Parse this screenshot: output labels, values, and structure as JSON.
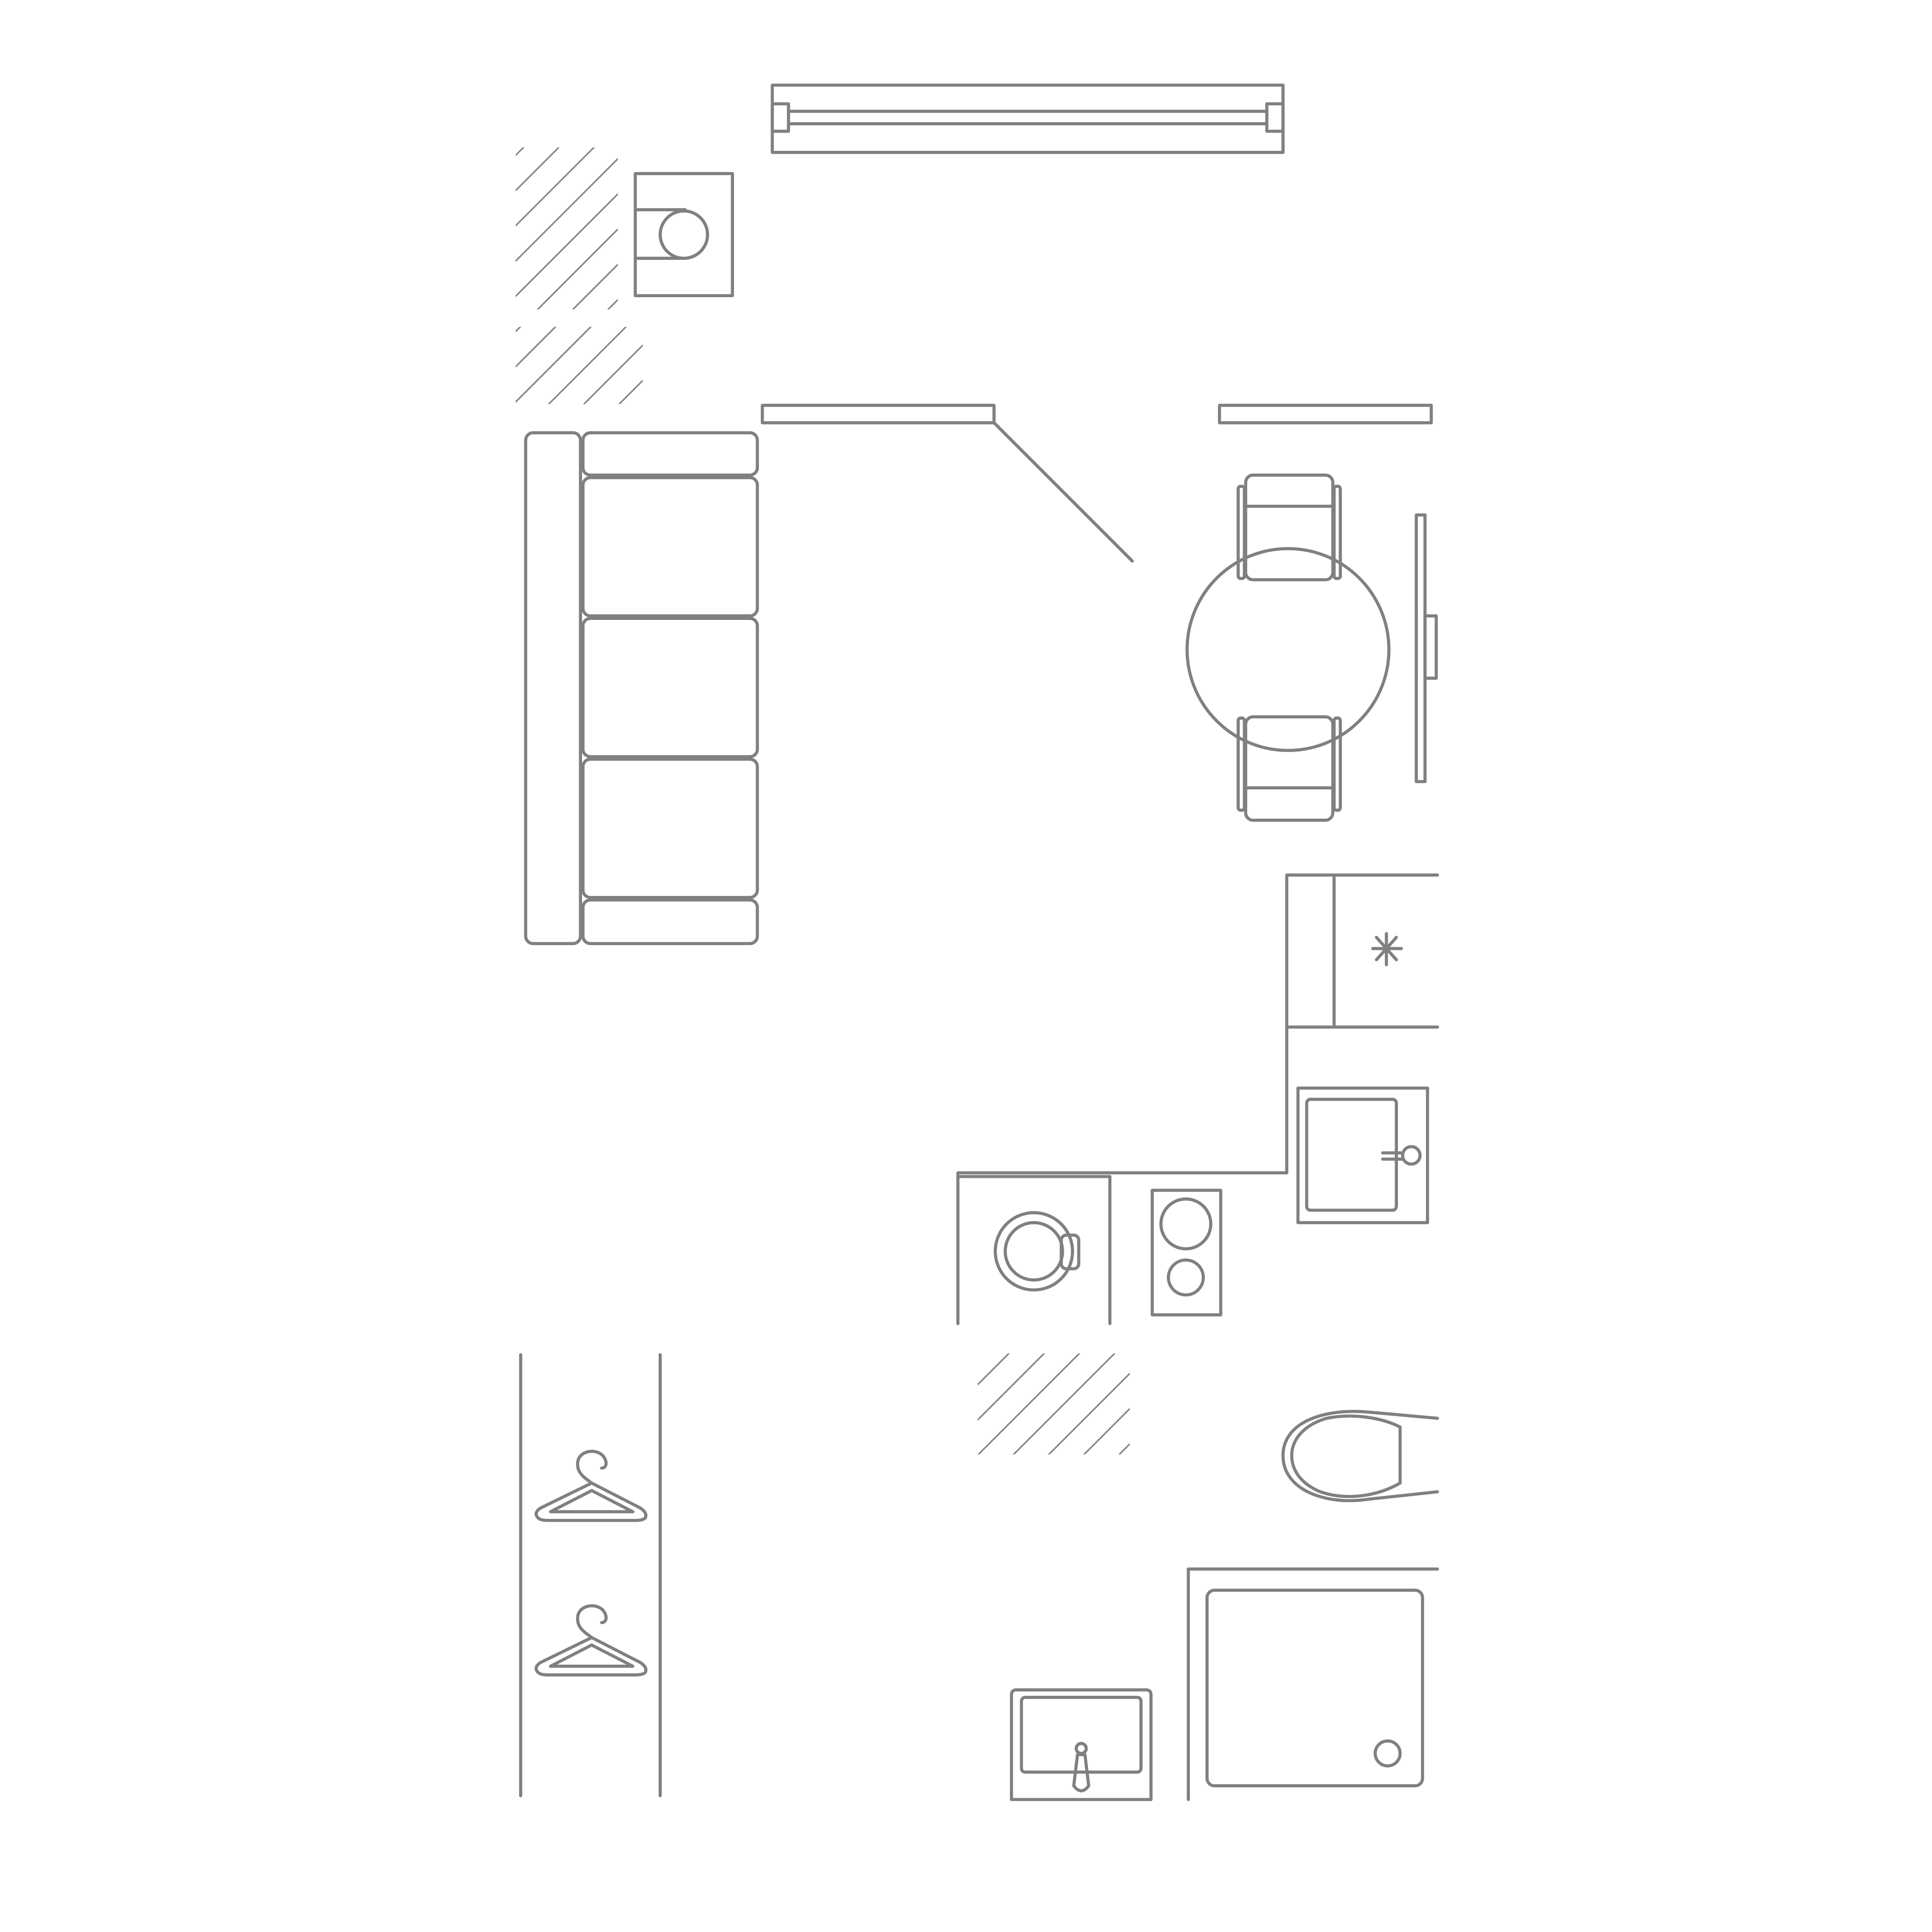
{
  "plan": {
    "background": "#ffffff",
    "line_color": "#808080",
    "fixtures": [
      "wall-shelf-icon",
      "armchair-icon",
      "hatched-column-top",
      "hatched-column-middle",
      "partition-left",
      "partition-right",
      "swing-door-icon",
      "sofa-icon",
      "round-table-icon",
      "dining-chair-top-icon",
      "dining-chair-bottom-icon",
      "wall-mirror-icon",
      "fridge-icon",
      "kitchen-sink-icon",
      "washing-machine-icon",
      "cooktop-icon",
      "hatched-column-bottom",
      "toilet-icon",
      "shower-tray-icon",
      "bathroom-sink-icon",
      "wardrobe-icon",
      "hanger-icon"
    ]
  }
}
